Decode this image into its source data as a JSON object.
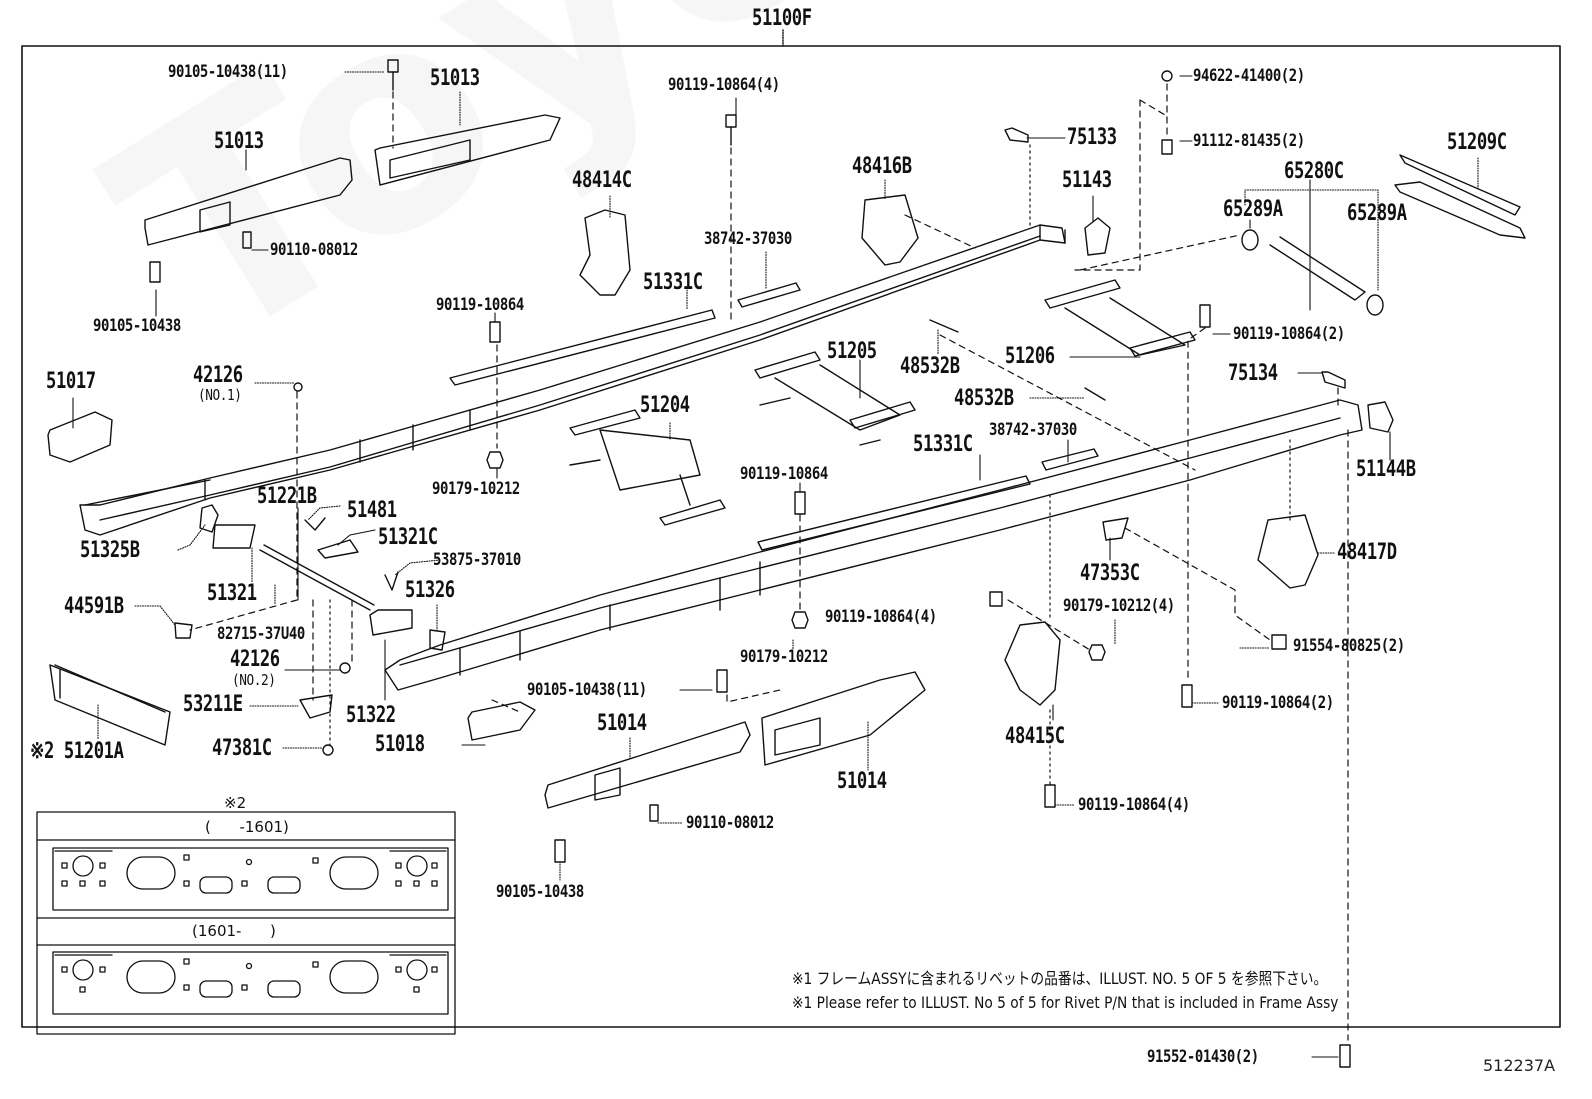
{
  "diagram": {
    "title_part": "51100F",
    "illustration_code": "512237A",
    "watermark": "ToyotaOnline",
    "colors": {
      "line": "#111111",
      "background": "#ffffff",
      "watermark": "#f2f2f2"
    }
  },
  "labels": [
    {
      "id": "p-90105-10438-11-top",
      "text": "90105-10438(11)",
      "size": "small"
    },
    {
      "id": "p-51013-top",
      "text": "51013",
      "size": "big"
    },
    {
      "id": "p-90119-10864-4-top",
      "text": "90119-10864(4)",
      "size": "small"
    },
    {
      "id": "p-94622-41400-2",
      "text": "94622-41400(2)",
      "size": "small"
    },
    {
      "id": "p-91112-81435-2",
      "text": "91112-81435(2)",
      "size": "small"
    },
    {
      "id": "p-75133",
      "text": "75133",
      "size": "big"
    },
    {
      "id": "p-51209C",
      "text": "51209C",
      "size": "big"
    },
    {
      "id": "p-65280C",
      "text": "65280C",
      "size": "big"
    },
    {
      "id": "p-65289A-left",
      "text": "65289A",
      "size": "big"
    },
    {
      "id": "p-65289A-right",
      "text": "65289A",
      "size": "big"
    },
    {
      "id": "p-51013-left",
      "text": "51013",
      "size": "big"
    },
    {
      "id": "p-90110-08012-top",
      "text": "90110-08012",
      "size": "small"
    },
    {
      "id": "p-90105-10438-left",
      "text": "90105-10438",
      "size": "small"
    },
    {
      "id": "p-48414C",
      "text": "48414C",
      "size": "big"
    },
    {
      "id": "p-48416B",
      "text": "48416B",
      "size": "big"
    },
    {
      "id": "p-51143",
      "text": "51143",
      "size": "big"
    },
    {
      "id": "p-38742-37030-top",
      "text": "38742-37030",
      "size": "small"
    },
    {
      "id": "p-51331C-top",
      "text": "51331C",
      "size": "big"
    },
    {
      "id": "p-90119-10864-mid",
      "text": "90119-10864",
      "size": "small"
    },
    {
      "id": "p-51205",
      "text": "51205",
      "size": "big"
    },
    {
      "id": "p-48532B-top",
      "text": "48532B",
      "size": "big"
    },
    {
      "id": "p-51206",
      "text": "51206",
      "size": "big"
    },
    {
      "id": "p-90119-10864-2-right",
      "text": "90119-10864(2)",
      "size": "small"
    },
    {
      "id": "p-51017",
      "text": "51017",
      "size": "big"
    },
    {
      "id": "p-42126-no1",
      "text": "42126",
      "size": "big"
    },
    {
      "id": "p-42126-no1-sub",
      "text": "(NO.1)",
      "size": "sub"
    },
    {
      "id": "p-75134",
      "text": "75134",
      "size": "big"
    },
    {
      "id": "p-48532B-mid",
      "text": "48532B",
      "size": "big"
    },
    {
      "id": "p-38742-37030-mid",
      "text": "38742-37030",
      "size": "small"
    },
    {
      "id": "p-51204",
      "text": "51204",
      "size": "big"
    },
    {
      "id": "p-51331C-mid",
      "text": "51331C",
      "size": "big"
    },
    {
      "id": "p-51144B",
      "text": "51144B",
      "size": "big"
    },
    {
      "id": "p-90179-10212-left",
      "text": "90179-10212",
      "size": "small"
    },
    {
      "id": "p-90119-10864-center",
      "text": "90119-10864",
      "size": "small"
    },
    {
      "id": "p-51221B",
      "text": "51221B",
      "size": "big"
    },
    {
      "id": "p-51481",
      "text": "51481",
      "size": "big"
    },
    {
      "id": "p-51325B",
      "text": "51325B",
      "size": "big"
    },
    {
      "id": "p-51321C",
      "text": "51321C",
      "size": "big"
    },
    {
      "id": "p-53875-37010",
      "text": "53875-37010",
      "size": "small"
    },
    {
      "id": "p-47353C",
      "text": "47353C",
      "size": "big"
    },
    {
      "id": "p-48417D",
      "text": "48417D",
      "size": "big"
    },
    {
      "id": "p-51321",
      "text": "51321",
      "size": "big"
    },
    {
      "id": "p-51326",
      "text": "51326",
      "size": "big"
    },
    {
      "id": "p-44591B",
      "text": "44591B",
      "size": "big"
    },
    {
      "id": "p-82715-37U40",
      "text": "82715-37U40",
      "size": "small"
    },
    {
      "id": "p-90119-10864-4-center",
      "text": "90119-10864(4)",
      "size": "small"
    },
    {
      "id": "p-90179-10212-4",
      "text": "90179-10212(4)",
      "size": "small"
    },
    {
      "id": "p-91554-80825-2",
      "text": "91554-80825(2)",
      "size": "small"
    },
    {
      "id": "p-42126-no2",
      "text": "42126",
      "size": "big"
    },
    {
      "id": "p-42126-no2-sub",
      "text": "(NO.2)",
      "size": "sub"
    },
    {
      "id": "p-90179-10212-center",
      "text": "90179-10212",
      "size": "small"
    },
    {
      "id": "p-53211E",
      "text": "53211E",
      "size": "big"
    },
    {
      "id": "p-51322",
      "text": "51322",
      "size": "big"
    },
    {
      "id": "p-90105-10438-11-center",
      "text": "90105-10438(11)",
      "size": "small"
    },
    {
      "id": "p-90119-10864-2-lower",
      "text": "90119-10864(2)",
      "size": "small"
    },
    {
      "id": "p-51201A",
      "text": "※2 51201A",
      "size": "big"
    },
    {
      "id": "p-47381C",
      "text": "47381C",
      "size": "big"
    },
    {
      "id": "p-51018",
      "text": "51018",
      "size": "big"
    },
    {
      "id": "p-51014-left",
      "text": "51014",
      "size": "big"
    },
    {
      "id": "p-51014-right",
      "text": "51014",
      "size": "big"
    },
    {
      "id": "p-48415C",
      "text": "48415C",
      "size": "big"
    },
    {
      "id": "p-90110-08012-bottom",
      "text": "90110-08012",
      "size": "small"
    },
    {
      "id": "p-90119-10864-4-bottom",
      "text": "90119-10864(4)",
      "size": "small"
    },
    {
      "id": "p-90105-10438-bottom",
      "text": "90105-10438",
      "size": "small"
    },
    {
      "id": "p-91552-01430-2",
      "text": "91552-01430(2)",
      "size": "small"
    }
  ],
  "inset": {
    "marker": "※2",
    "rows": [
      {
        "range_label": "(      -1601)"
      },
      {
        "range_label": "(1601-      )"
      }
    ]
  },
  "notes": [
    "※1 フレームASSYに含まれるリベットの品番は、ILLUST. NO. 5  OF  5  を参照下さい。",
    "※1 Please refer to ILLUST. No 5 of 5 for Rivet P/N that is included in Frame Assy"
  ]
}
